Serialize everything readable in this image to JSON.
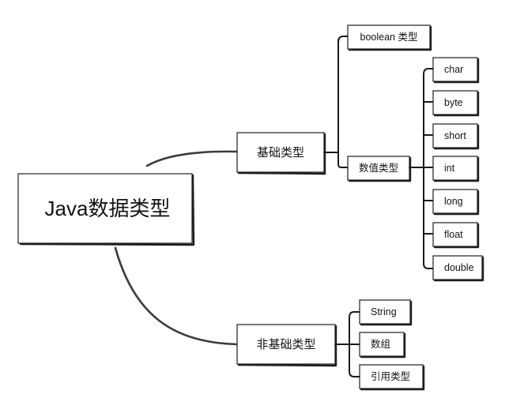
{
  "diagram": {
    "root": {
      "label": "Java数据类型"
    },
    "primitive": {
      "label": "基础类型",
      "boolean": {
        "label": "boolean 类型"
      },
      "numeric": {
        "label": "数值类型",
        "items": [
          {
            "label": "char"
          },
          {
            "label": "byte"
          },
          {
            "label": "short"
          },
          {
            "label": "int"
          },
          {
            "label": "long"
          },
          {
            "label": "float"
          },
          {
            "label": "double"
          }
        ]
      }
    },
    "reference": {
      "label": "非基础类型",
      "items": [
        {
          "label": "String"
        },
        {
          "label": "数组"
        },
        {
          "label": "引用类型"
        }
      ]
    }
  }
}
